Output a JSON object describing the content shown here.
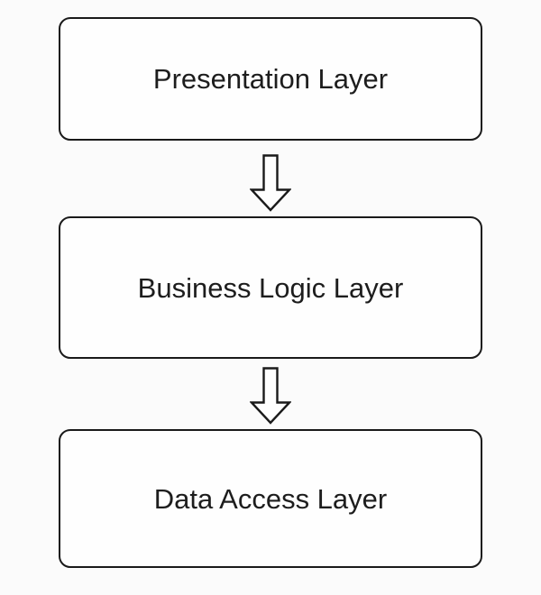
{
  "diagram": {
    "nodes": [
      {
        "id": "presentation",
        "label": "Presentation Layer"
      },
      {
        "id": "business-logic",
        "label": "Business Logic Layer"
      },
      {
        "id": "data-access",
        "label": "Data Access Layer"
      }
    ],
    "connectors": [
      {
        "icon": "down-arrow-icon",
        "from": "presentation",
        "to": "business-logic"
      },
      {
        "icon": "down-arrow-icon",
        "from": "business-logic",
        "to": "data-access"
      }
    ],
    "colors": {
      "background": "#fbfbfb",
      "node_fill": "#fefefe",
      "stroke": "#1a1a1a",
      "text": "#1d1d1d"
    }
  }
}
